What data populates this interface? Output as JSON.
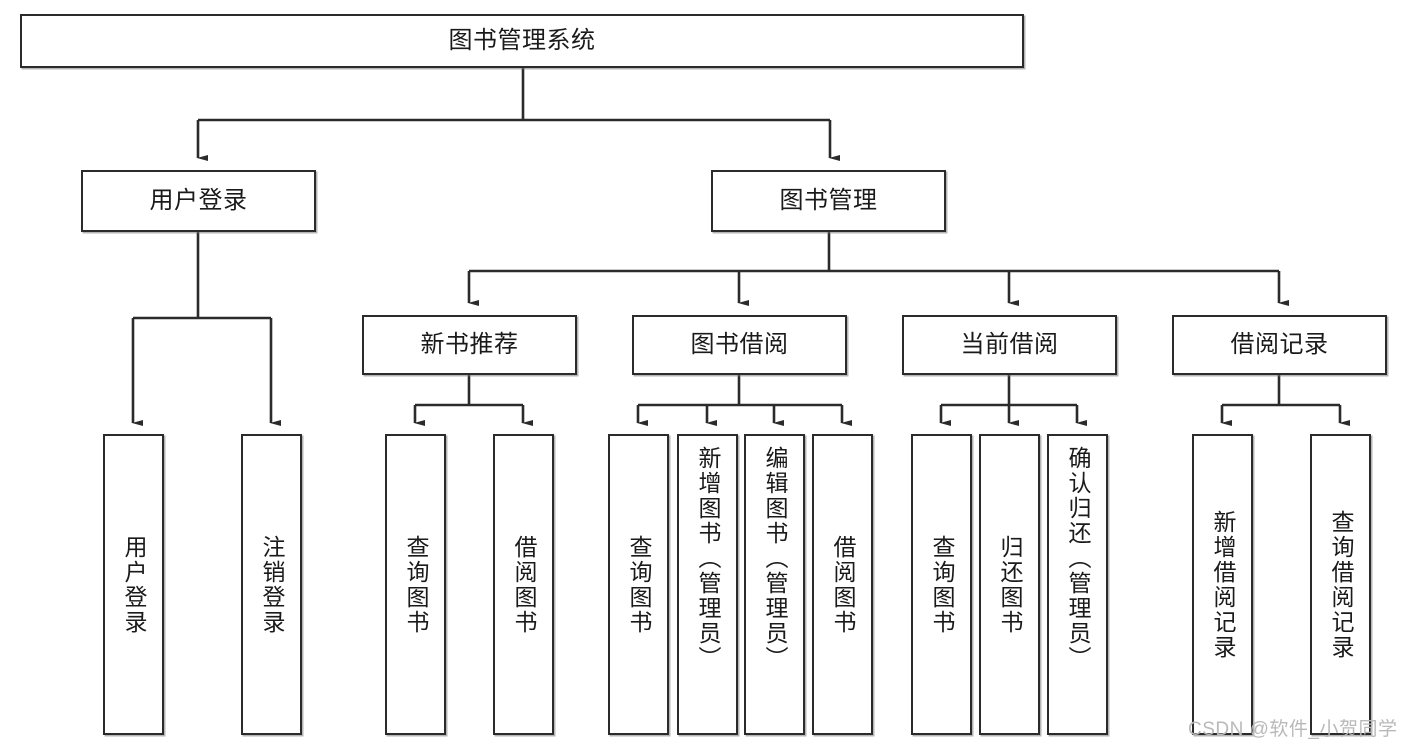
{
  "diagram": {
    "type": "tree-hierarchy-chart",
    "title": "图书管理系统",
    "stroke_color": "#2b2b2b",
    "fill_color": "#ffffff",
    "text_color": "#1a1a1a",
    "watermark": "CSDN @软件_小贺同学",
    "nodes": {
      "root": {
        "label": "图书管理系统",
        "level": 1,
        "orientation": "horizontal"
      },
      "l2": [
        {
          "id": "user-login",
          "label": "用户登录",
          "level": 2,
          "orientation": "horizontal"
        },
        {
          "id": "book-manage",
          "label": "图书管理",
          "level": 2,
          "orientation": "horizontal"
        }
      ],
      "l3": [
        {
          "id": "new-book-recommend",
          "label": "新书推荐",
          "level": 3,
          "orientation": "horizontal"
        },
        {
          "id": "book-borrow",
          "label": "图书借阅",
          "level": 3,
          "orientation": "horizontal"
        },
        {
          "id": "current-borrow",
          "label": "当前借阅",
          "level": 3,
          "orientation": "horizontal"
        },
        {
          "id": "borrow-record",
          "label": "借阅记录",
          "level": 3,
          "orientation": "horizontal"
        }
      ],
      "leaves": {
        "user_login": [
          {
            "id": "leaf-user-login",
            "label": "用户登录"
          },
          {
            "id": "leaf-logout-login",
            "label": "注销登录"
          }
        ],
        "new_book_recommend": [
          {
            "id": "leaf-query-book-1",
            "label": "查询图书"
          },
          {
            "id": "leaf-borrow-book-1",
            "label": "借阅图书"
          }
        ],
        "book_borrow": [
          {
            "id": "leaf-query-book-2",
            "label": "查询图书"
          },
          {
            "id": "leaf-add-book-admin",
            "label": "新增图书（管理员）"
          },
          {
            "id": "leaf-edit-book-admin",
            "label": "编辑图书（管理员）"
          },
          {
            "id": "leaf-borrow-book-2",
            "label": "借阅图书"
          }
        ],
        "current_borrow": [
          {
            "id": "leaf-query-book-3",
            "label": "查询图书"
          },
          {
            "id": "leaf-return-book",
            "label": "归还图书"
          },
          {
            "id": "leaf-confirm-return-admin",
            "label": "确认归还（管理员）"
          }
        ],
        "borrow_record": [
          {
            "id": "leaf-add-borrow-record",
            "label": "新增借阅记录"
          },
          {
            "id": "leaf-query-borrow-record",
            "label": "查询借阅记录"
          }
        ]
      }
    }
  }
}
